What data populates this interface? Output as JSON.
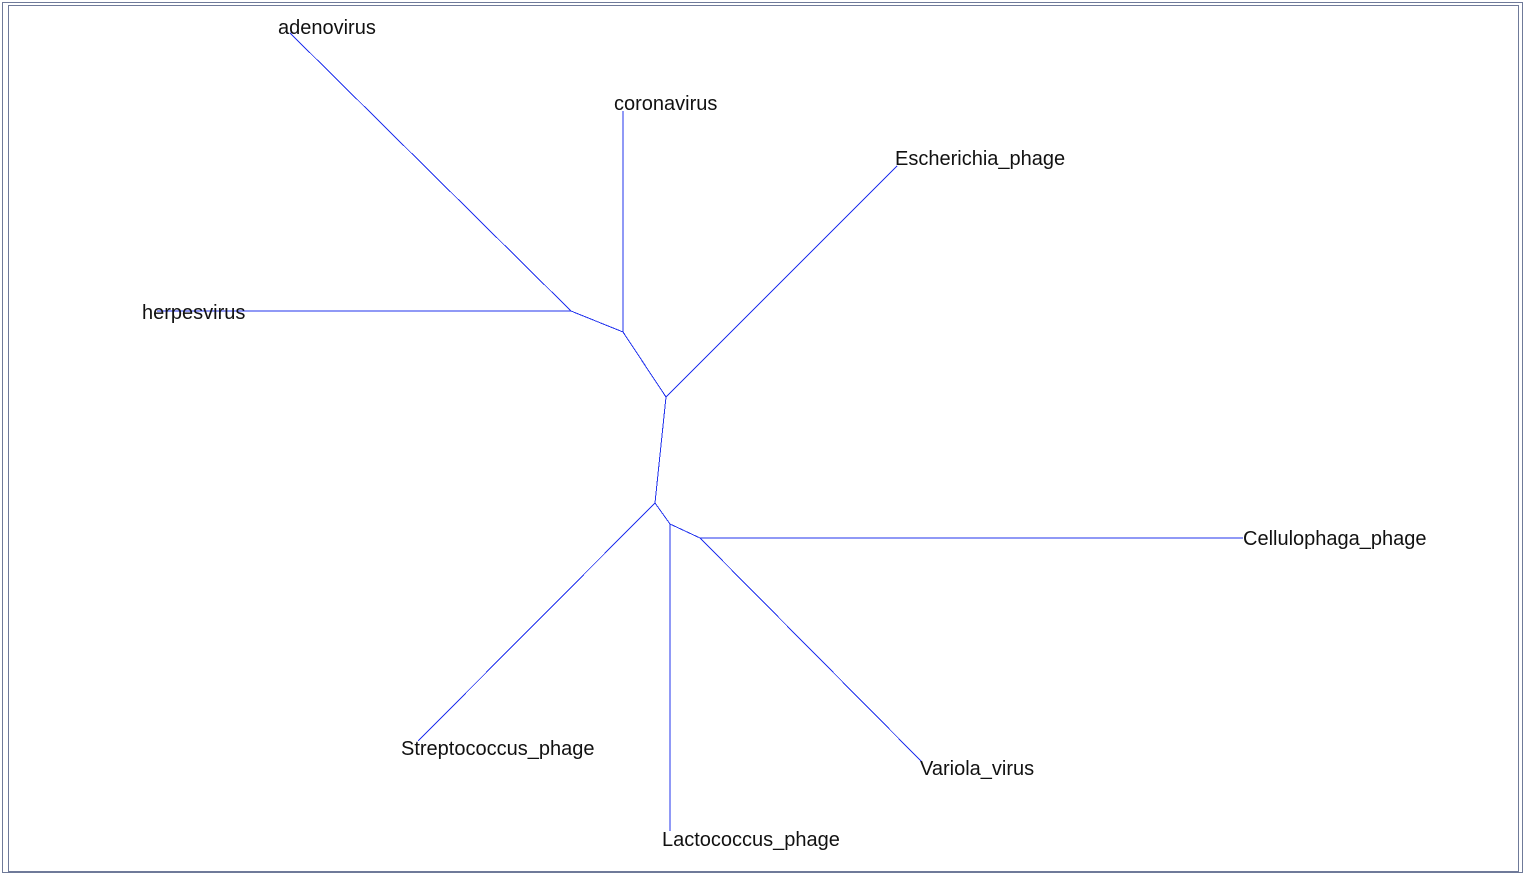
{
  "tree": {
    "leaves": [
      {
        "id": "adenovirus",
        "label": "adenovirus"
      },
      {
        "id": "coronavirus",
        "label": "coronavirus"
      },
      {
        "id": "escherichia",
        "label": "Escherichia_phage"
      },
      {
        "id": "herpesvirus",
        "label": "herpesvirus"
      },
      {
        "id": "cellulophaga",
        "label": "Cellulophaga_phage"
      },
      {
        "id": "streptococcus",
        "label": "Streptococcus_phage"
      },
      {
        "id": "variola",
        "label": "Variola_virus"
      },
      {
        "id": "lactococcus",
        "label": "Lactococcus_phage"
      }
    ],
    "branch_color": "#2233ee"
  }
}
